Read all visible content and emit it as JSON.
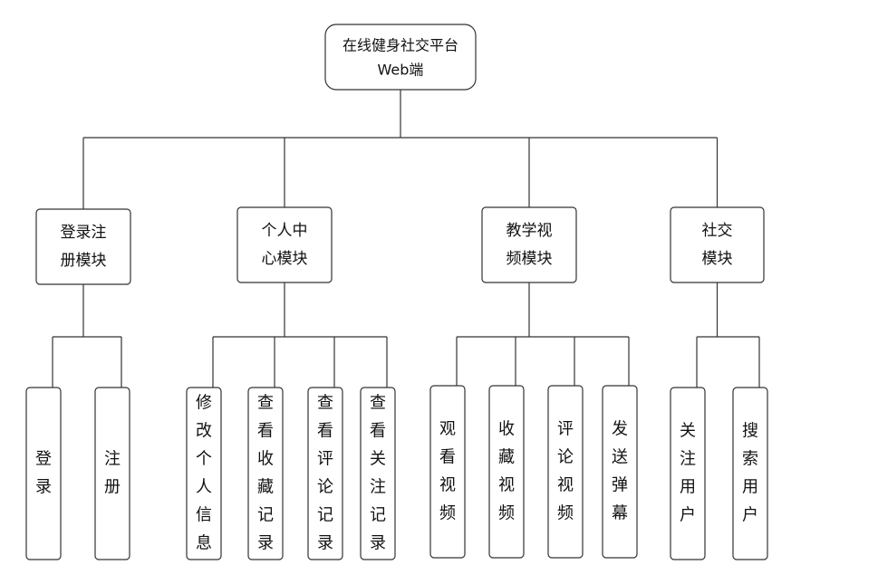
{
  "root": {
    "lines": [
      "在线健身社交平台",
      "Web端"
    ]
  },
  "modules": [
    {
      "name": "login-register",
      "lines": [
        "登录注",
        "册模块"
      ],
      "children": [
        "登录",
        "注册"
      ]
    },
    {
      "name": "personal-center",
      "lines": [
        "个人中",
        "心模块"
      ],
      "children": [
        "修改个人信息",
        "查看收藏记录",
        "查看评论记录",
        "查看关注记录"
      ]
    },
    {
      "name": "teaching-video",
      "lines": [
        "教学视",
        "频模块"
      ],
      "children": [
        "观看视频",
        "收藏视频",
        "评论视频",
        "发送弹幕"
      ]
    },
    {
      "name": "social",
      "lines": [
        "社交",
        "模块"
      ],
      "children": [
        "关注用户",
        "搜索用户"
      ]
    }
  ]
}
